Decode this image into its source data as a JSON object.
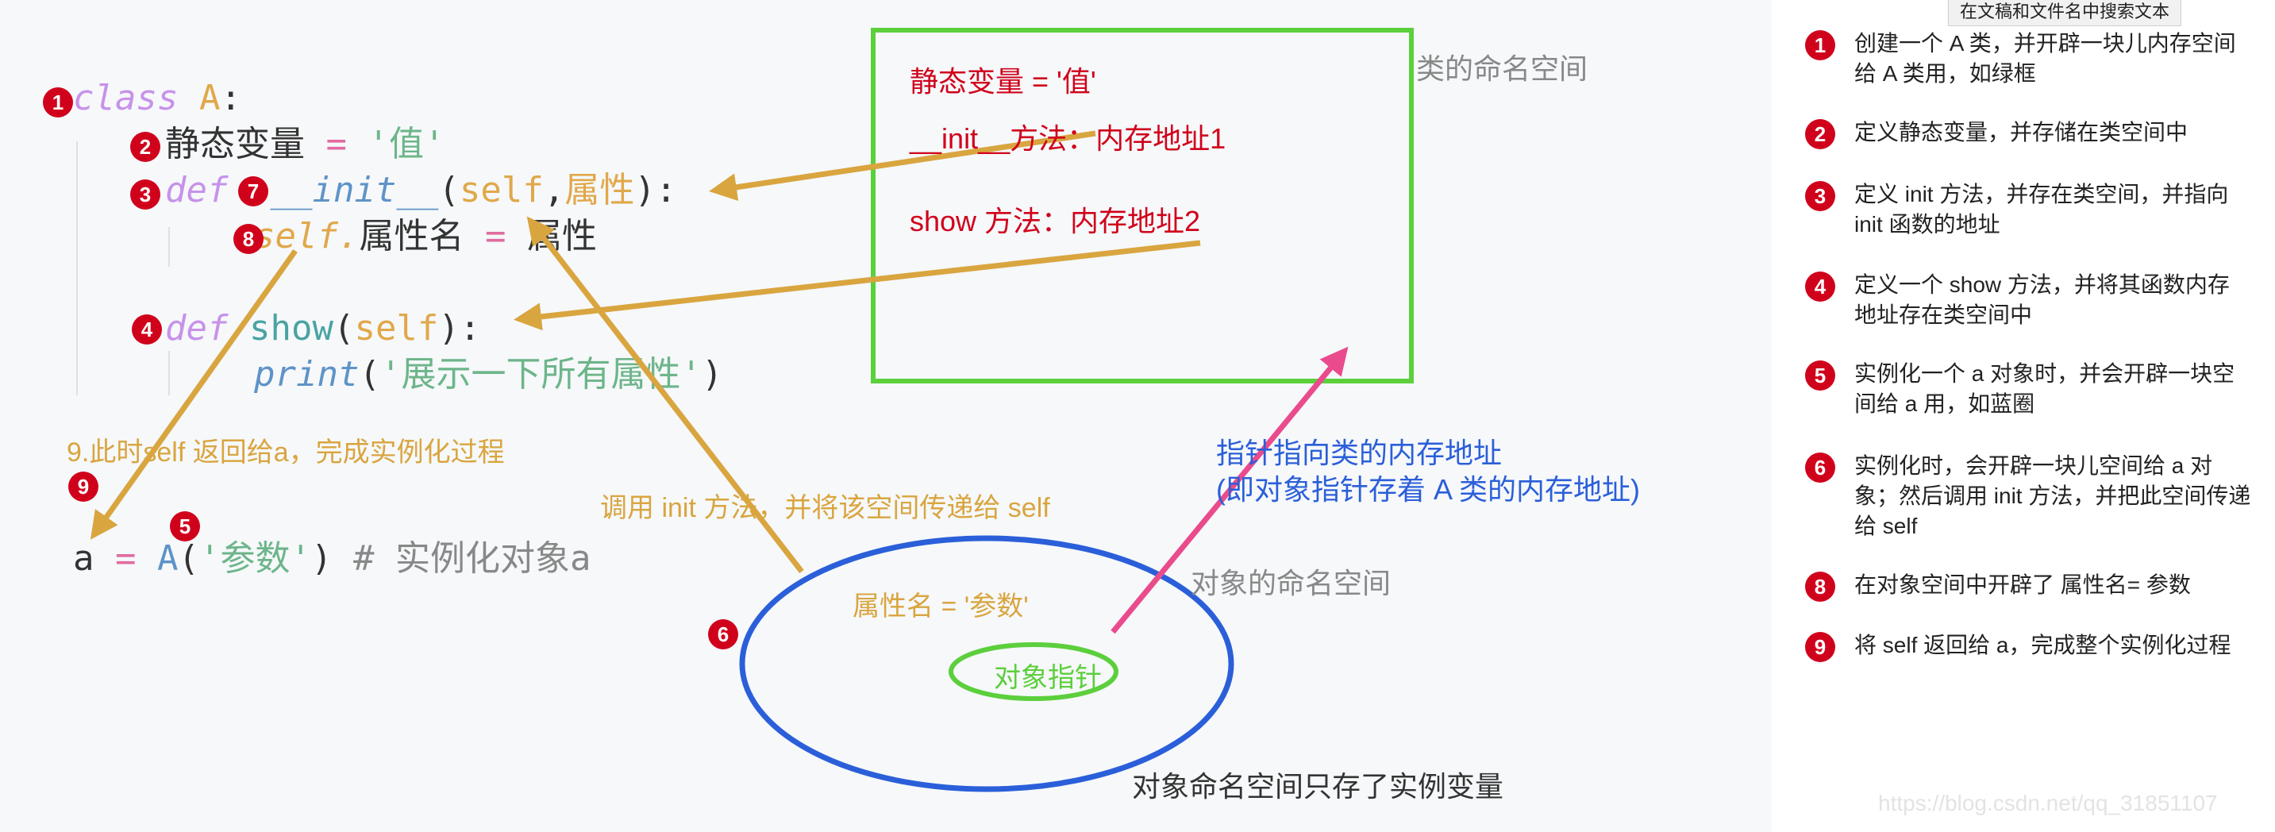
{
  "tooltip": "在文稿和文件名中搜索文本",
  "code": {
    "line1": {
      "kw": "class",
      "name": "A",
      "colon": ":"
    },
    "line2": {
      "var": "静态变量",
      "eq": "=",
      "val": "'值'"
    },
    "line3": {
      "kw": "def",
      "fn": "__init__",
      "open": "(",
      "self": "self",
      "comma": ",",
      "attr": "属性",
      "close": "):"
    },
    "line4": {
      "self": "self.",
      "name": "属性名",
      "eq": "=",
      "val": "属性"
    },
    "line5": {
      "kw": "def",
      "fn": "show",
      "open": "(",
      "self": "self",
      "close": "):"
    },
    "line6": {
      "fn": "print",
      "open": "(",
      "str": "'展示一下所有属性'",
      "close": ")"
    },
    "line7": {
      "var": "a",
      "eq": "=",
      "cls": "A",
      "open": "(",
      "str": "'参数'",
      "close": ")",
      "comment": "# 实例化对象a"
    }
  },
  "badges": {
    "b1": "1",
    "b2": "2",
    "b3": "3",
    "b4": "4",
    "b5": "5",
    "b6": "6",
    "b7": "7",
    "b8": "8",
    "b9": "9"
  },
  "class_box": {
    "line1": "静态变量 = '值'",
    "line2": "__init__方法：内存地址1",
    "line3": "show 方法：内存地址2",
    "label": "类的命名空间"
  },
  "object_space": {
    "attr": "属性名 = '参数'",
    "pointer": "对象指针",
    "label": "对象的命名空间",
    "caption": "对象命名空间只存了实例变量"
  },
  "annotations": {
    "step9": "9.此时self 返回给a，完成实例化过程",
    "call_init": "调用 init 方法，并将该空间传递给 self",
    "pointer_1": "指针指向类的内存地址",
    "pointer_2": "(即对象指针存着 A 类的内存地址)"
  },
  "notes": [
    {
      "num": "1",
      "text": "创建一个 A 类，并开辟一块儿内存空间给 A 类用，如绿框"
    },
    {
      "num": "2",
      "text": "定义静态变量，并存储在类空间中"
    },
    {
      "num": "3",
      "text": "定义 init 方法，并存在类空间，并指向 init 函数的地址"
    },
    {
      "num": "4",
      "text": "定义一个 show 方法，并将其函数内存地址存在类空间中"
    },
    {
      "num": "5",
      "text": "实例化一个 a 对象时，并会开辟一块空间给 a 用，如蓝圈"
    },
    {
      "num": "6",
      "text": "实例化时，会开辟一块儿空间给 a 对象；然后调用 init 方法，并把此空间传递给 self"
    },
    {
      "num": "8",
      "text": "在对象空间中开辟了 属性名= 参数"
    },
    {
      "num": "9",
      "text": "将 self 返回给 a，完成整个实例化过程"
    }
  ],
  "watermark": "https://blog.csdn.net/qq_31851107",
  "colors": {
    "green": "#5ccf3c",
    "blue": "#2b5fd9",
    "orange": "#d9a53f",
    "pink": "#ea4b8d",
    "red": "#d0021b"
  }
}
